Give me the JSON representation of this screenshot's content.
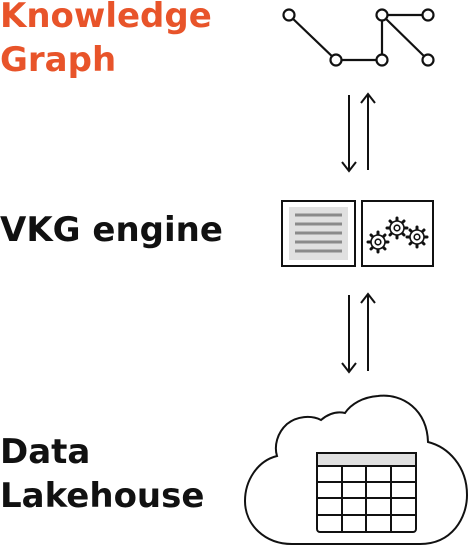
{
  "labels": {
    "knowledge_graph": [
      "Knowledge",
      "Graph"
    ],
    "vkg_engine": "VKG engine",
    "data_lakehouse": [
      "Data",
      "Lakehouse"
    ]
  },
  "colors": {
    "accent": "#e8542a",
    "text": "#111111",
    "stroke": "#111111",
    "panel_fill": "#e0e0e0",
    "panel_line": "#8a8a8a"
  },
  "icons": {
    "graph": "knowledge-graph-icon",
    "engine": "vkg-engine-icon",
    "cloud": "cloud-table-icon"
  }
}
